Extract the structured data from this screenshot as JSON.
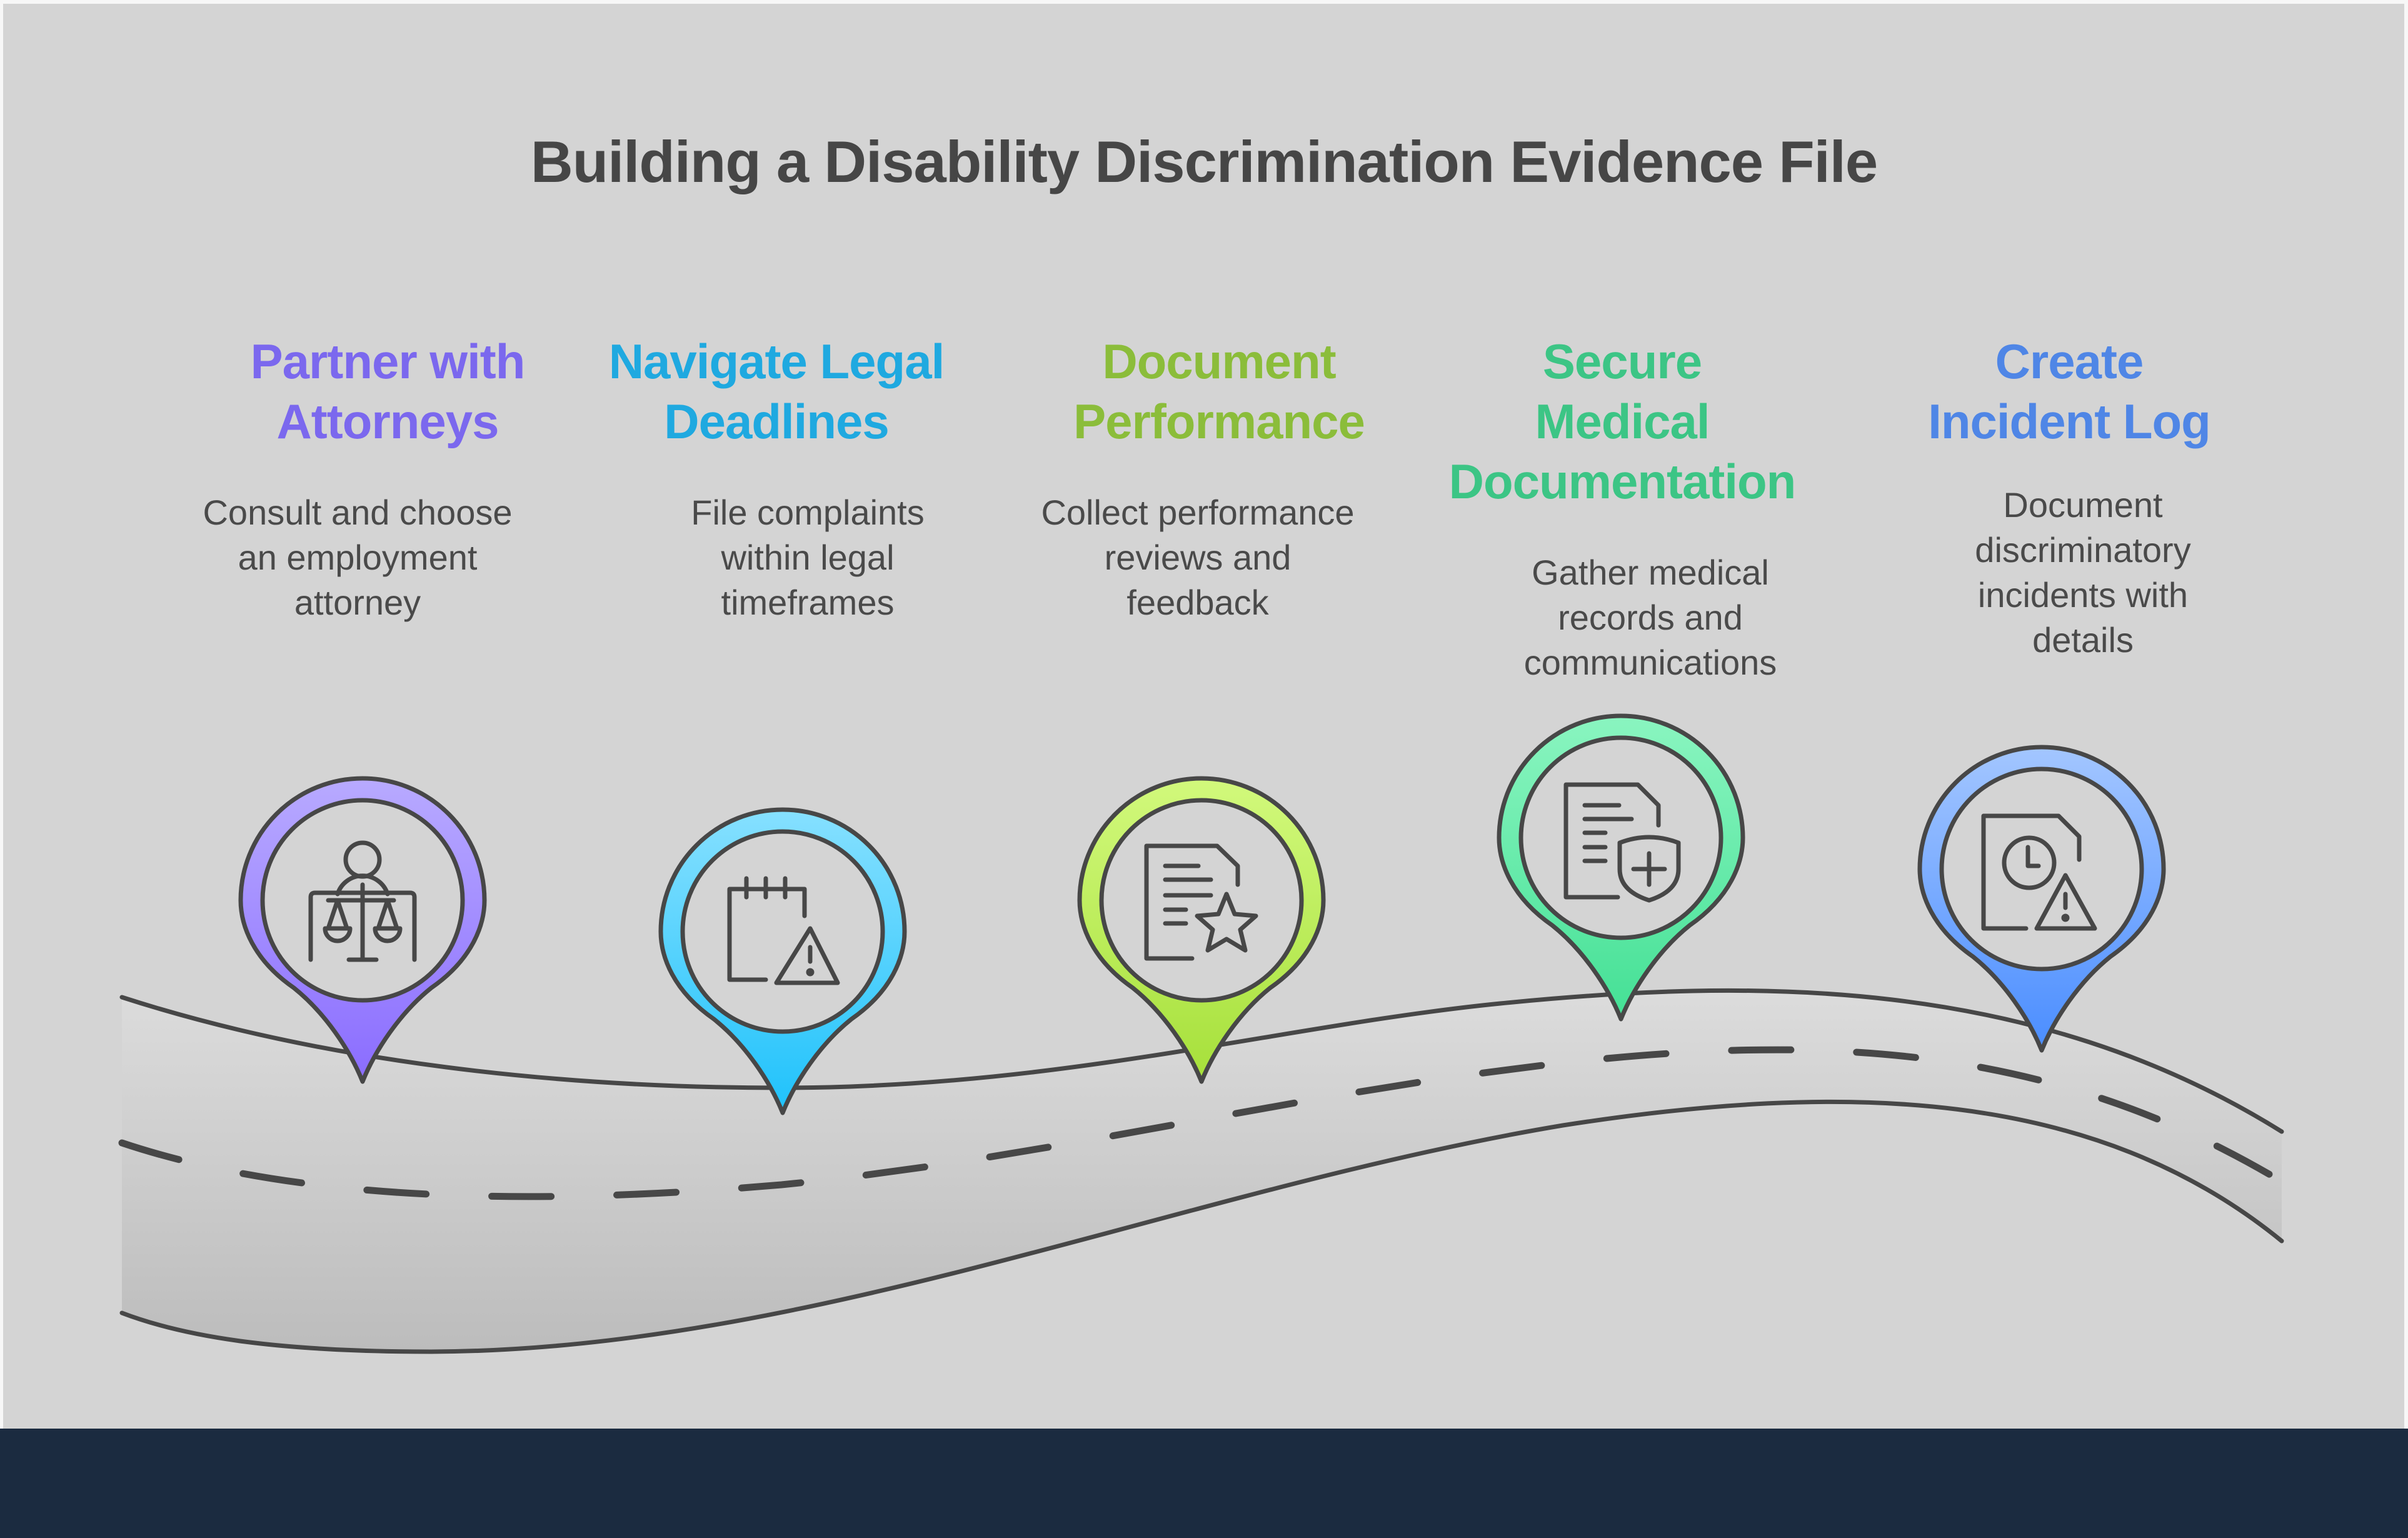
{
  "title": "Building a Disability Discrimination Evidence File",
  "steps": [
    {
      "heading_lines": [
        "Partner with",
        "Attorneys"
      ],
      "description_lines": [
        "Consult and choose",
        "an employment",
        "attorney"
      ],
      "icon": "attorney-scales-icon",
      "color": "#7b68ee",
      "gradient": [
        "#b8aaff",
        "#8a6cff"
      ]
    },
    {
      "heading_lines": [
        "Navigate Legal",
        "Deadlines"
      ],
      "description_lines": [
        "File complaints",
        "within legal",
        "timeframes"
      ],
      "icon": "calendar-warning-icon",
      "color": "#1fa9e0",
      "gradient": [
        "#86e0ff",
        "#1fc2fb"
      ]
    },
    {
      "heading_lines": [
        "Document",
        "Performance"
      ],
      "description_lines": [
        "Collect performance",
        "reviews and",
        "feedback"
      ],
      "icon": "document-star-icon",
      "color": "#8bbd3a",
      "gradient": [
        "#d2f97c",
        "#a6e03a"
      ]
    },
    {
      "heading_lines": [
        "Secure",
        "Medical",
        "Documentation"
      ],
      "description_lines": [
        "Gather medical",
        "records and",
        "communications"
      ],
      "icon": "document-medical-shield-icon",
      "color": "#3cc585",
      "gradient": [
        "#8af5c0",
        "#44e095"
      ]
    },
    {
      "heading_lines": [
        "Create",
        "Incident Log"
      ],
      "description_lines": [
        "Document",
        "discriminatory",
        "incidents with",
        "details"
      ],
      "icon": "document-clock-warning-icon",
      "color": "#4f86e6",
      "gradient": [
        "#a3c6ff",
        "#4a8dff"
      ]
    }
  ],
  "colors": {
    "background": "#d4d4d4",
    "footer": "#1b2b40",
    "outline": "#474747",
    "title": "#464646"
  }
}
